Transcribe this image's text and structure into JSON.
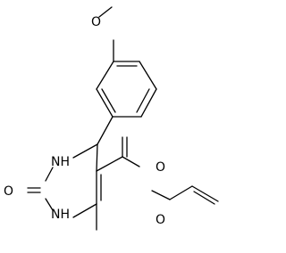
{
  "molecule": {
    "atoms": {
      "methoxy_o": "O",
      "nh_top": "NH",
      "nh_bottom": "NH",
      "carbonyl_o_left": "O",
      "ester_carbonyl_o": "O",
      "ester_o": "O"
    }
  },
  "colors": {
    "bond": "#000000",
    "text": "#000000",
    "background": "#ffffff"
  }
}
